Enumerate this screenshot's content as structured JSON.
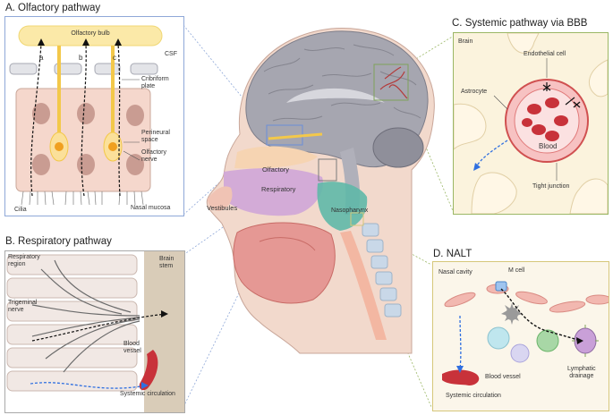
{
  "panels": {
    "olfactory": {
      "title": "A. Olfactory pathway",
      "olfactory_bulb": "Olfactory bulb",
      "csf": "CSF",
      "track_a": "a",
      "track_b": "b",
      "track_c": "c",
      "cribriform_plate": "Cribriform\nplate",
      "perineural_space": "Perineural\nspace",
      "olfactory_nerve": "Olfactory\nnerve",
      "cilia": "Cilia",
      "nasal_mucosa": "Nasal mucosa"
    },
    "respiratory": {
      "title": "B. Respiratory pathway",
      "respiratory_region": "Respiratory\nregion",
      "trigeminal_nerve": "Trigeminal\nnerve",
      "brain_stem": "Brain\nstem",
      "blood_vessel": "Blood\nvessel",
      "systemic_circulation": "Systemic circulation"
    },
    "systemic": {
      "title": "C. Systemic pathway via BBB",
      "brain": "Brain",
      "endothelial_cell": "Endothelial cell",
      "astrocyte": "Astrocyte",
      "blood": "Blood",
      "tight_junction": "Tight junction"
    },
    "nalt": {
      "title": "D. NALT",
      "nasal_cavity": "Nasal cavity",
      "m_cell": "M cell",
      "blood_vessel": "Blood vessel",
      "systemic_circulation": "Systemic circulation",
      "lymphatic_drainage": "Lymphatic\ndrainage"
    }
  },
  "head": {
    "olfactory": "Olfactory",
    "respiratory": "Respiratory",
    "vestibules": "Vestibules",
    "nasopharynx": "Nasopharynx"
  },
  "colors": {
    "panel_border": "#8fa8d8",
    "nerve_yellow": "#f3c84a",
    "blood_red": "#c8323a",
    "arrow_blue": "#2f6fe0",
    "brain_gray": "#9a9aa6",
    "olfactory_region": "#f6d4b2",
    "respiratory_region": "#cfa5d8",
    "nasopharynx_region": "#5fb8a8",
    "nalt_bg": "#fbf6ea",
    "bbb_bg": "#fbf3dd"
  },
  "icons": [
    "arrow-up-icon",
    "arrow-right-icon",
    "dashed-arrow-icon",
    "cell-icon",
    "x-mark-icon"
  ]
}
